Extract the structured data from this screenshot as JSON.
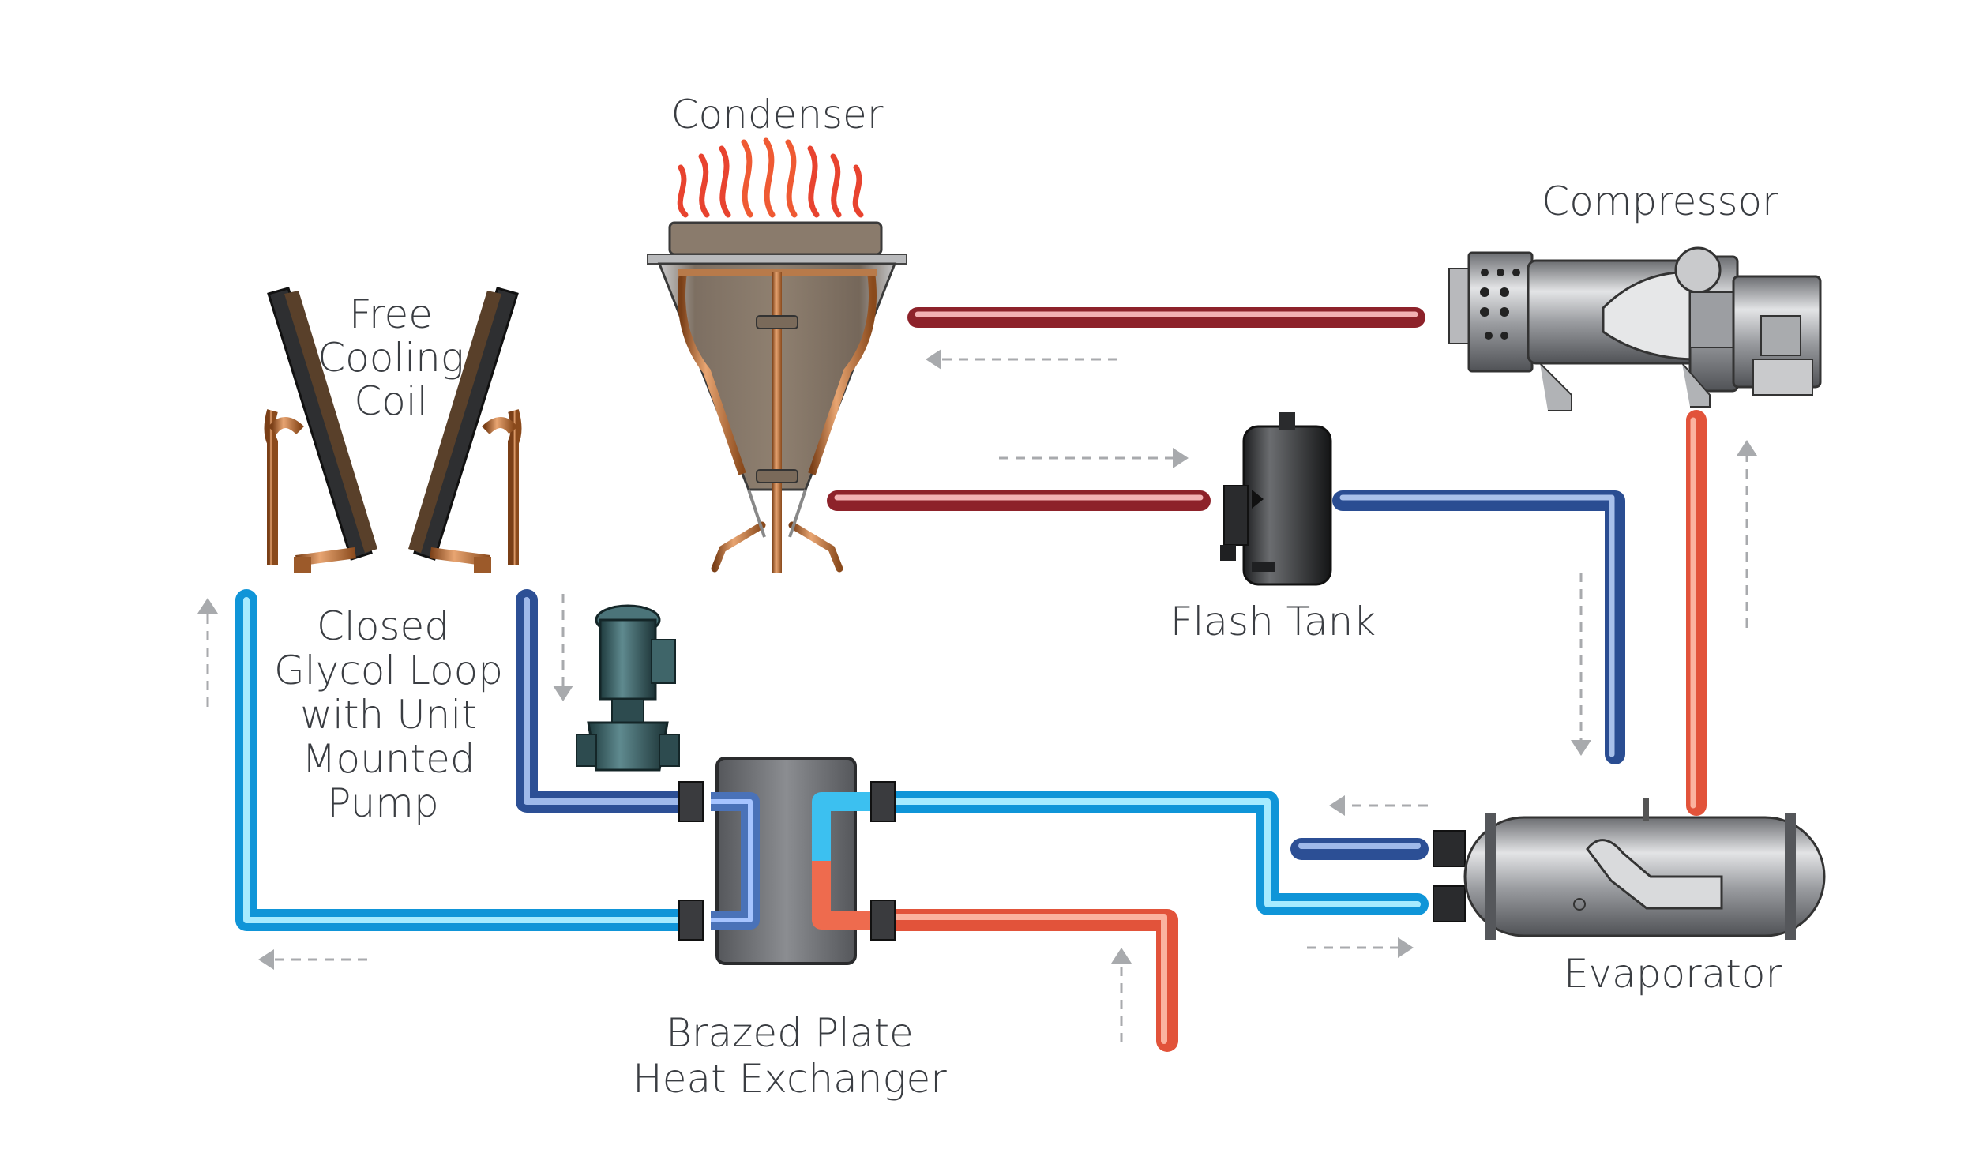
{
  "labels": {
    "condenser": "Condenser",
    "compressor": "Compressor",
    "free_cooling_coil": [
      "Free",
      "Cooling",
      "Coil"
    ],
    "glycol_loop": [
      "Closed",
      "Glycol Loop",
      "with Unit",
      "Mounted",
      "Pump"
    ],
    "flash_tank": "Flash Tank",
    "evaporator": "Evaporator",
    "heat_exchanger": [
      "Brazed Plate",
      "Heat Exchanger"
    ]
  },
  "colors": {
    "hot_refrigerant": "#c4424a",
    "cold_refrigerant": "#3e64ad",
    "hot_water": "#ee6b4e",
    "cold_glycol": "#2eb6ee",
    "warm_glycol": "#4a72b8",
    "flow_arrow": "#a8aaad",
    "heat_flame": "#e8432f"
  },
  "components": {
    "condenser": {
      "icon": "condenser-icon"
    },
    "compressor": {
      "icon": "compressor-icon"
    },
    "flash_tank": {
      "icon": "flash-tank-icon"
    },
    "evaporator": {
      "icon": "evaporator-icon"
    },
    "pump": {
      "icon": "pump-icon"
    },
    "heat_exchanger": {
      "icon": "heat-exchanger-icon"
    },
    "free_cooling_coil": {
      "icon": "coil-icon"
    }
  }
}
